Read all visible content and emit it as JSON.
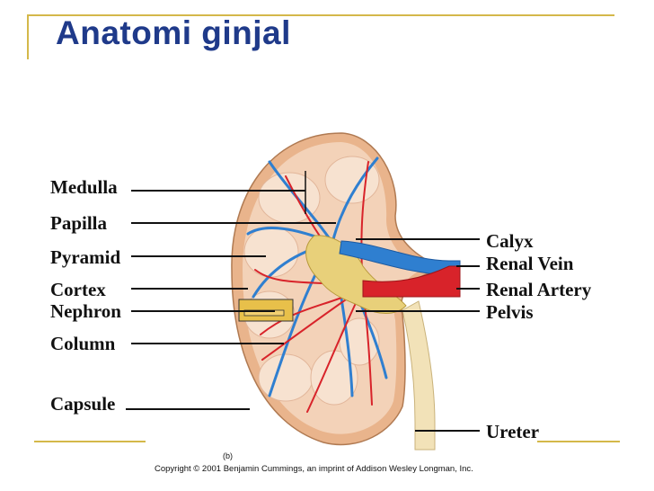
{
  "title": "Anatomi ginjal",
  "labels_left": {
    "medulla": "Medulla",
    "papilla": "Papilla",
    "pyramid": "Pyramid",
    "cortex": "Cortex",
    "nephron": "Nephron",
    "column": "Column",
    "capsule": "Capsule"
  },
  "labels_right": {
    "calyx": "Calyx",
    "renal_vein": "Renal Vein",
    "renal_artery": "Renal Artery",
    "pelvis": "Pelvis",
    "ureter": "Ureter"
  },
  "figure_tag": "(b)",
  "copyright": "Copyright © 2001 Benjamin Cummings, an imprint of Addison Wesley Longman, Inc.",
  "colors": {
    "title": "#1f3a8a",
    "accent_lines": "#d4b84a",
    "capsule": "#e9b48c",
    "cortex": "#f3d2b8",
    "pyramid": "#f7e2d0",
    "vein": "#2f7fd0",
    "artery": "#d8232a",
    "ureter": "#f2e2b8",
    "calyx": "#e8d07a"
  }
}
